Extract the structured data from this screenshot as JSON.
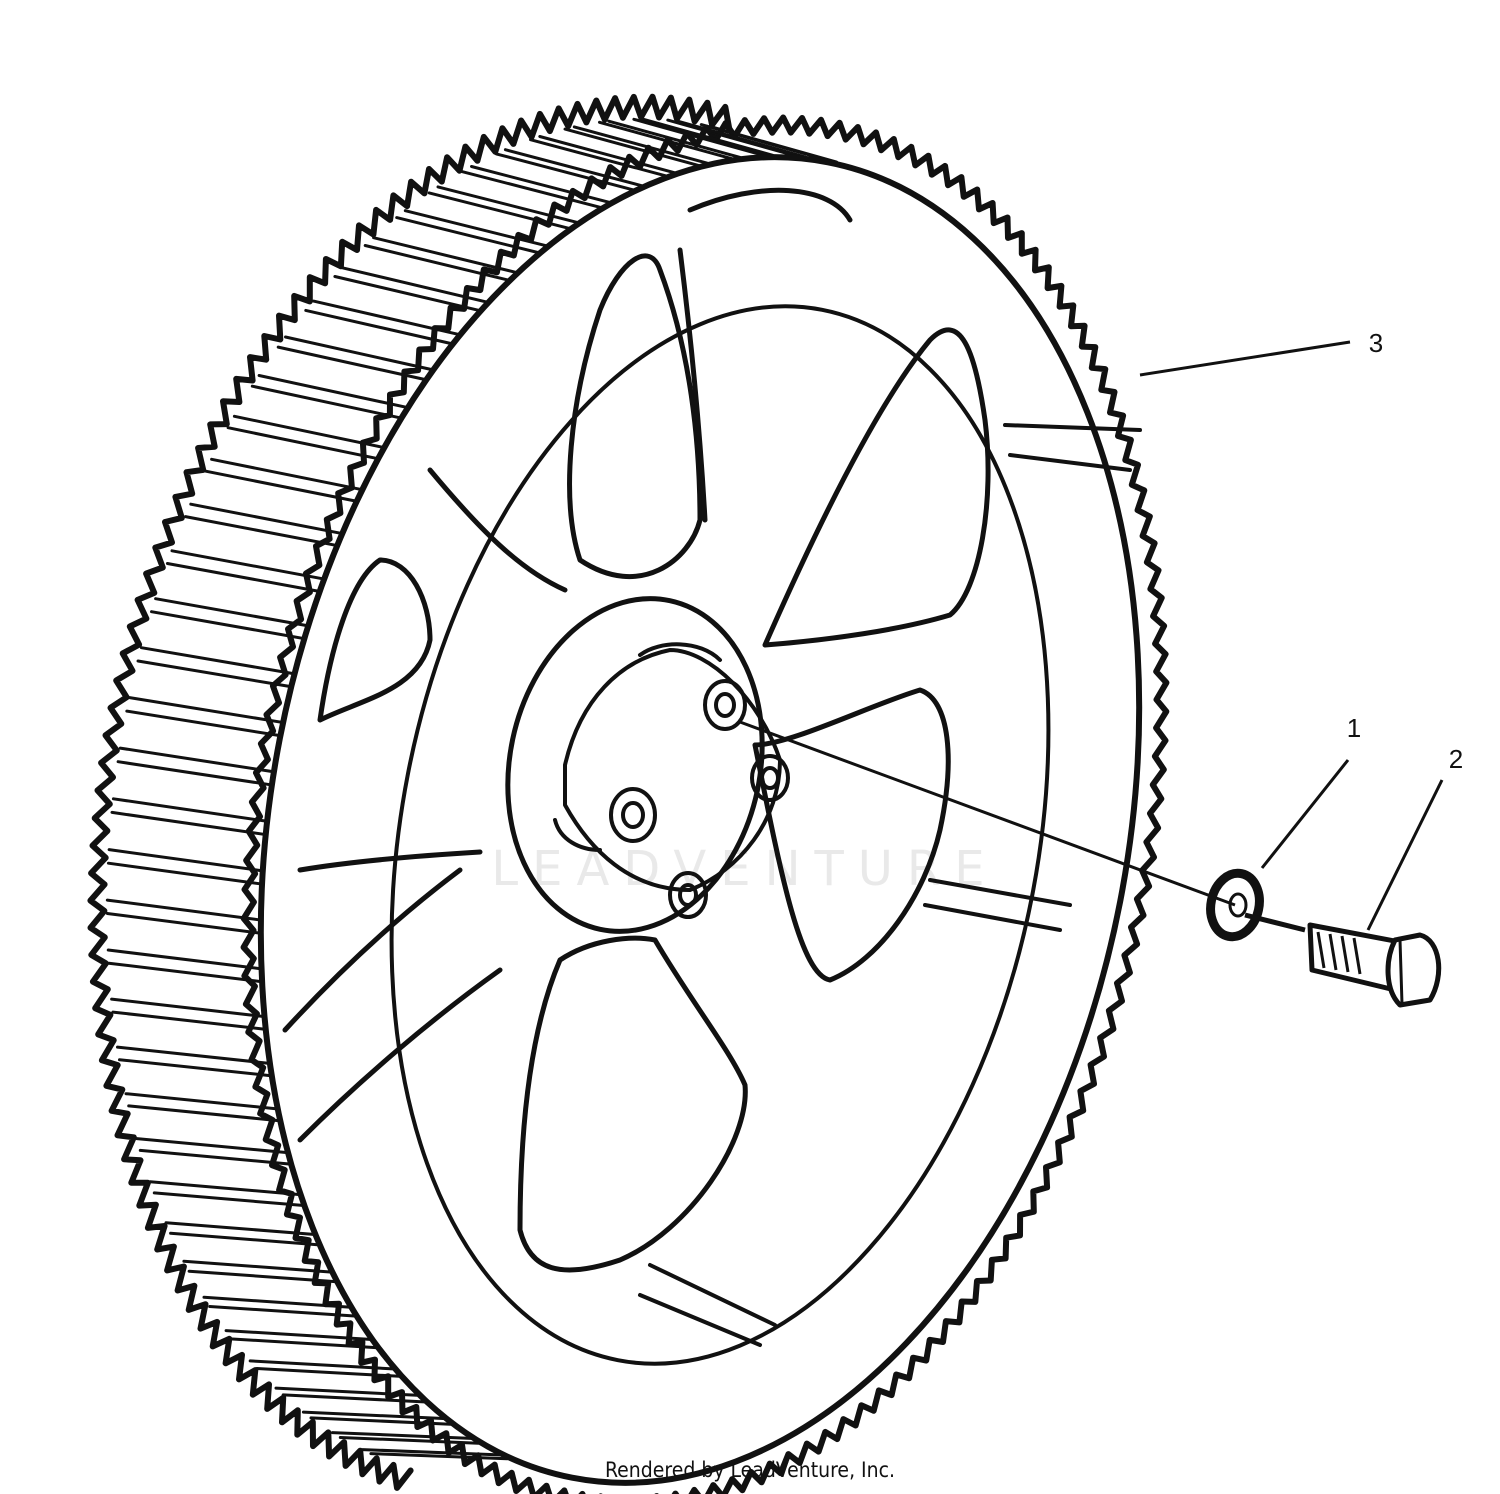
{
  "diagram": {
    "callouts": [
      {
        "label": "1",
        "part": "washer"
      },
      {
        "label": "2",
        "part": "bolt"
      },
      {
        "label": "3",
        "part": "wheel"
      }
    ],
    "watermark_text": "LEADVENTURE",
    "colors": {
      "line": "#111111",
      "background": "#ffffff",
      "watermark": "#e9e9e9"
    }
  },
  "footer": {
    "credit": "Rendered by LeadVenture, Inc."
  }
}
